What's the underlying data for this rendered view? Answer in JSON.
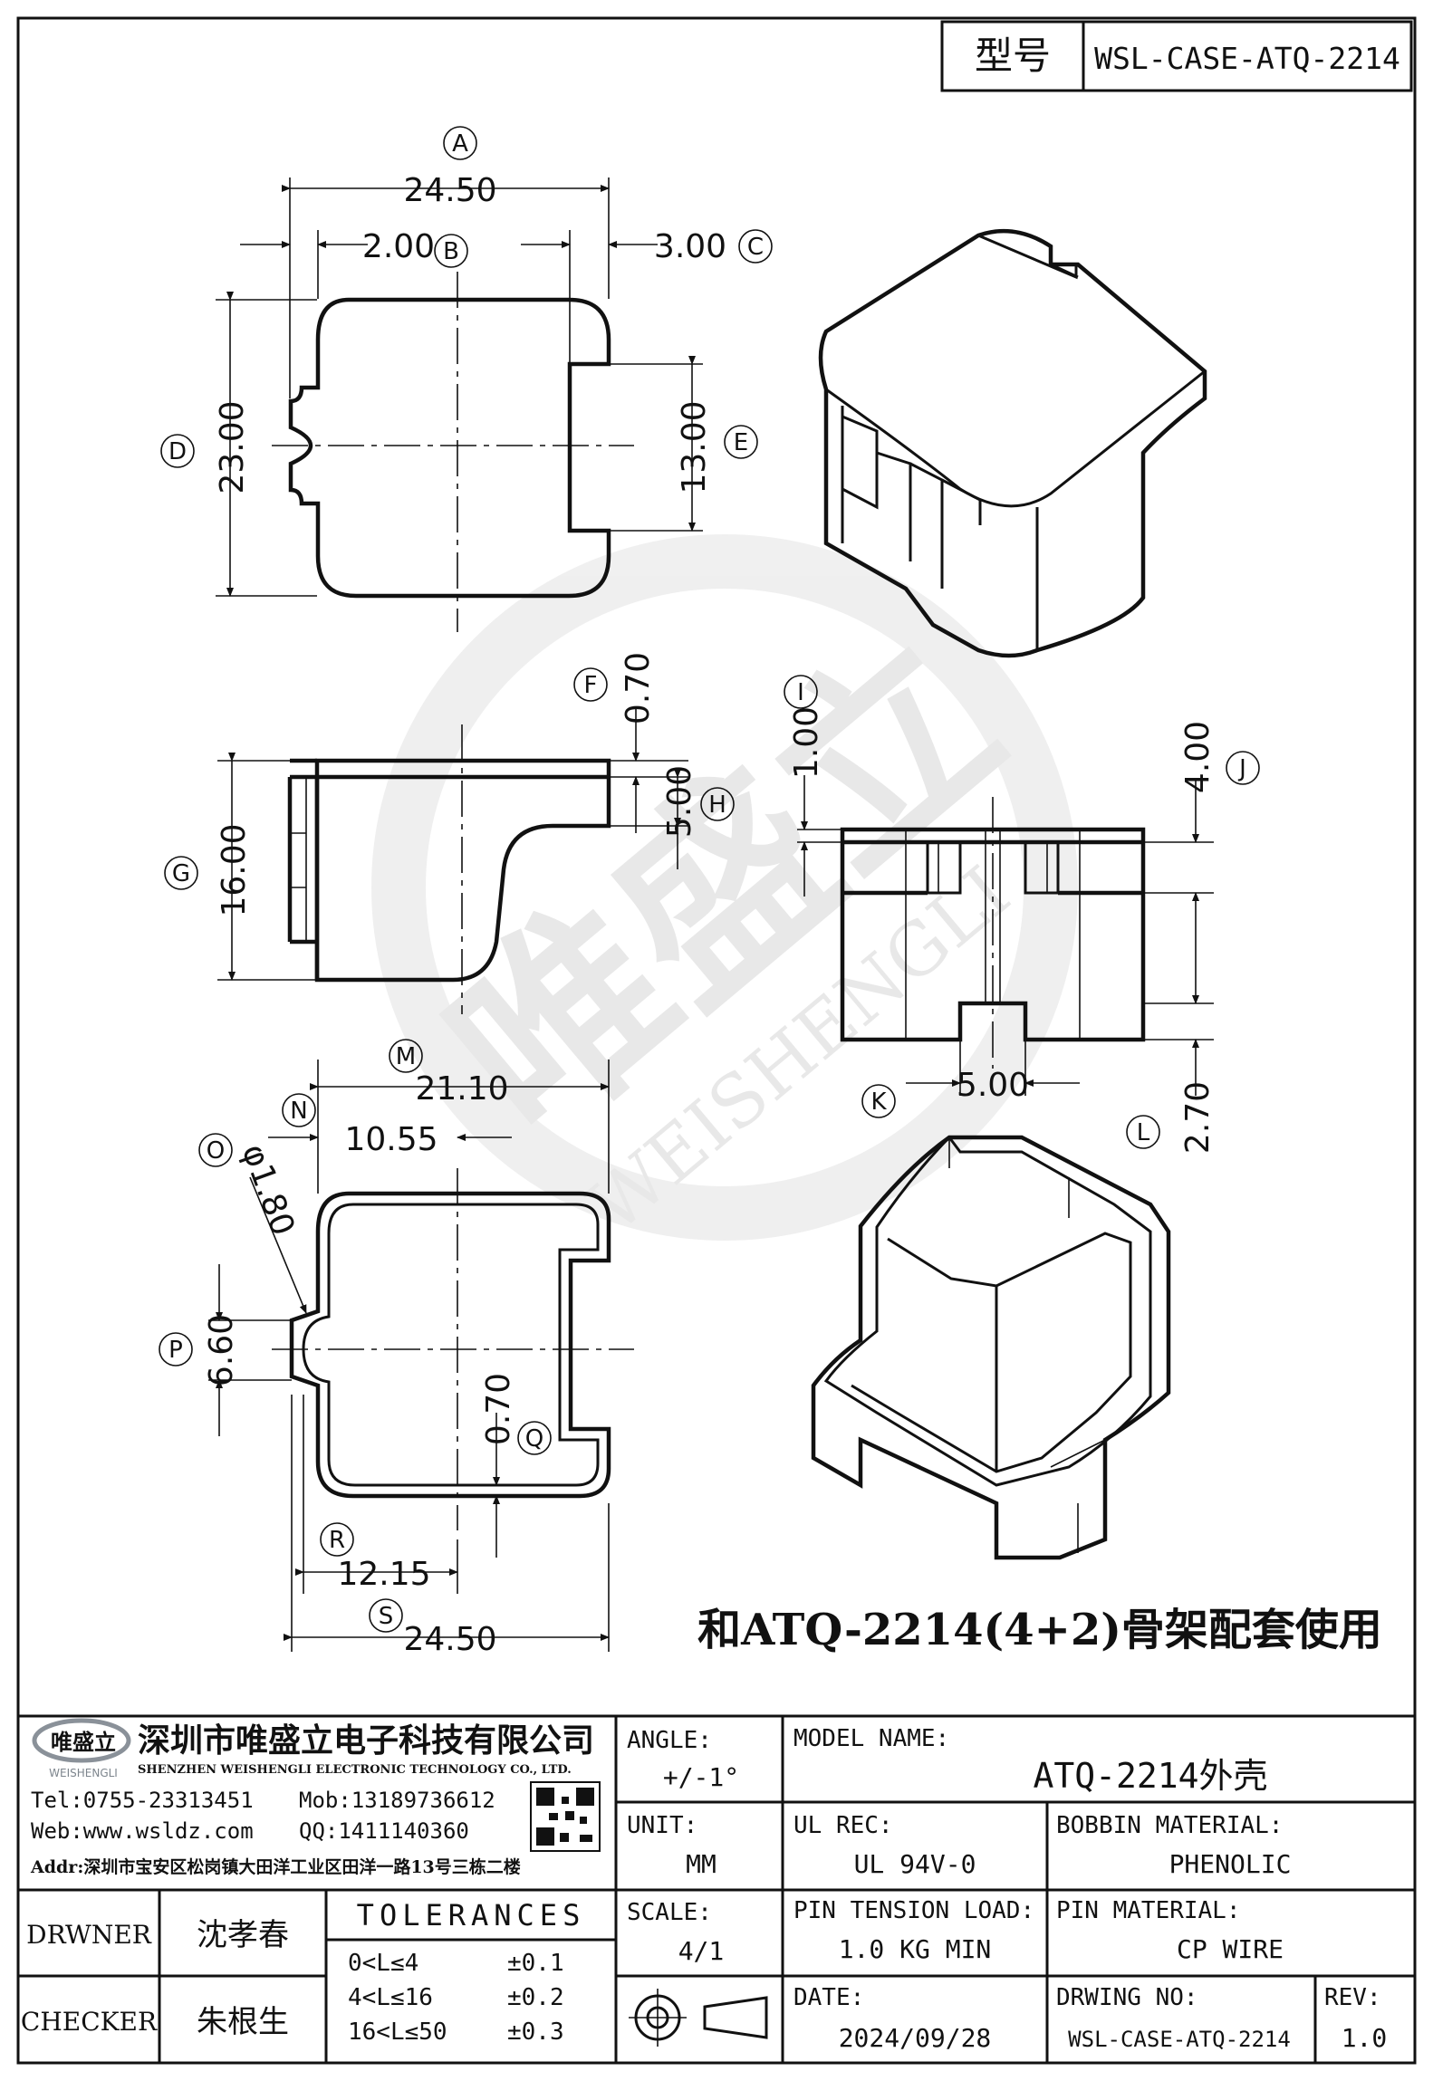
{
  "header": {
    "label": "型号",
    "value": "WSL-CASE-ATQ-2214"
  },
  "dims": {
    "A": "24.50",
    "B": "2.00",
    "C": "3.00",
    "D": "23.00",
    "E": "13.00",
    "F": "0.70",
    "G": "16.00",
    "H": "5.00",
    "I": "1.00",
    "J": "4.00",
    "K": "5.00",
    "L": "2.70",
    "M": "21.10",
    "N": "10.55",
    "O": "φ1.80",
    "P": "6.60",
    "Q": "0.70",
    "R": "12.15",
    "S": "24.50"
  },
  "balloons": [
    "A",
    "B",
    "C",
    "D",
    "E",
    "F",
    "G",
    "H",
    "I",
    "J",
    "K",
    "L",
    "M",
    "N",
    "O",
    "P",
    "Q",
    "R",
    "S"
  ],
  "watermark": {
    "brand": "唯盛立",
    "latin": "WEISHENGLI"
  },
  "note": "和ATQ-2214(4+2)骨架配套使用",
  "company": {
    "name_cn": "深圳市唯盛立电子科技有限公司",
    "name_en": "SHENZHEN WEISHENGLI ELECTRONIC TECHNOLOGY CO., LTD.",
    "logo_text": "唯盛立",
    "logo_sub": "WEISHENGLI",
    "tel": "Tel:0755-23313451",
    "mob": "Mob:13189736612",
    "web": "Web:www.wsldz.com",
    "qq": "QQ:1411140360",
    "addr": "Addr:深圳市宝安区松岗镇大田洋工业区田洋一路13号三栋二楼"
  },
  "title_block": {
    "drawer_label": "DRWNER",
    "drawer": "沈孝春",
    "checker_label": "CHECKER",
    "checker": "朱根生",
    "tolerances_label": "TOLERANCES",
    "tolerances": [
      {
        "range": "0<L≤4",
        "value": "±0.1"
      },
      {
        "range": "4<L≤16",
        "value": "±0.2"
      },
      {
        "range": "16<L≤50",
        "value": "±0.3"
      }
    ],
    "angle_label": "ANGLE:",
    "angle": "+/-1°",
    "unit_label": "UNIT:",
    "unit": "MM",
    "scale_label": "SCALE:",
    "scale": "4/1",
    "model_label": "MODEL NAME:",
    "model": "ATQ-2214外壳",
    "ul_label": "UL REC:",
    "ul": "UL 94V-0",
    "bobbin_label": "BOBBIN MATERIAL:",
    "bobbin": "PHENOLIC",
    "tension_label": "PIN TENSION LOAD:",
    "tension": "1.0 KG MIN",
    "pin_label": "PIN MATERIAL:",
    "pin": "CP WIRE",
    "date_label": "DATE:",
    "date": "2024/09/28",
    "drawing_label": "DRWING NO:",
    "drawing": "WSL-CASE-ATQ-2214",
    "rev_label": "REV:",
    "rev": "1.0"
  }
}
